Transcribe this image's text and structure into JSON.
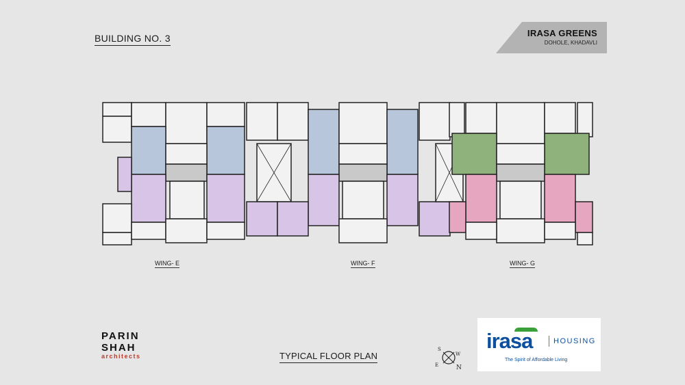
{
  "header": {
    "building_title": "BUILDING NO. 3",
    "project_name": "IRASA GREENS",
    "project_location": "DOHOLE, KHADAVLI"
  },
  "wings": [
    {
      "label": "WING- E"
    },
    {
      "label": "WING- F"
    },
    {
      "label": "WING- G"
    }
  ],
  "footer": {
    "architect_line1": "PARIN",
    "architect_line2": "SHAH",
    "architect_sub": "architects",
    "plan_title": "TYPICAL FLOOR PLAN",
    "compass_labels": {
      "s": "S",
      "w": "W",
      "e": "E",
      "n": "N"
    }
  },
  "brand": {
    "name": "irasa",
    "housing": "HOUSING",
    "tagline": "The Spirit of Affordable Living"
  },
  "colors": {
    "background": "#e6e6e6",
    "room_blue": "#b8c6dc",
    "room_lilac": "#d8c4e6",
    "room_green": "#8fb17c",
    "room_pink": "#e6a6bf",
    "room_grey": "#c9c9c9",
    "wall": "#222222",
    "brand_blue": "#0b4f9e",
    "brand_green": "#3aa13a",
    "architect_red": "#c0392b"
  }
}
